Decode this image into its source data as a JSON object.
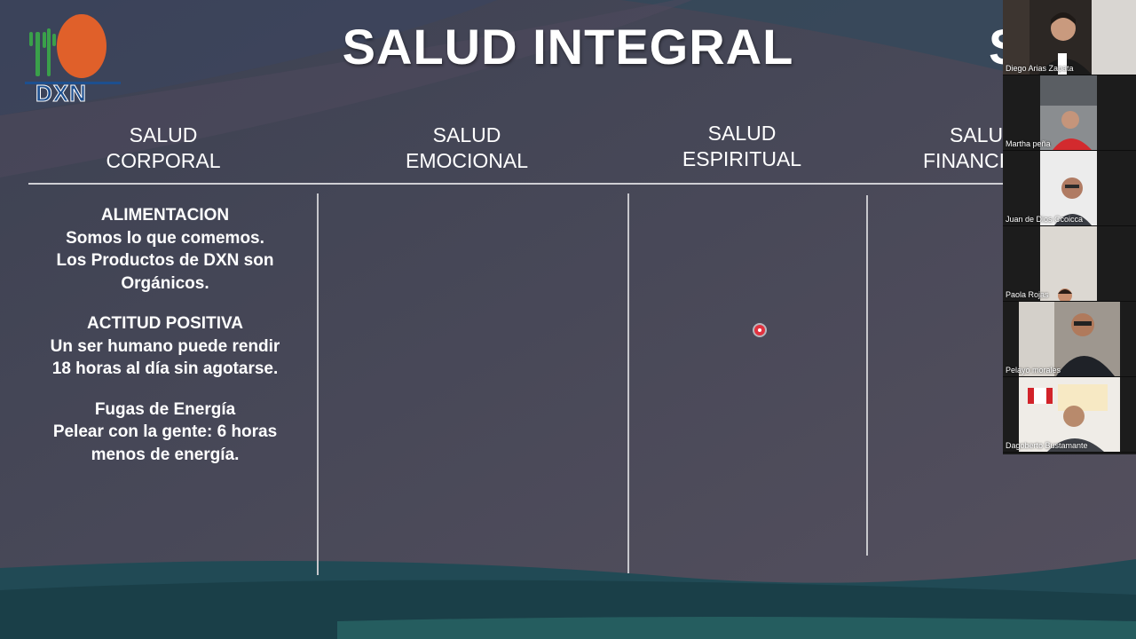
{
  "slide": {
    "title": "SALUD INTEGRAL",
    "cut_letter": "S",
    "logo_text": "DXN",
    "columns": [
      {
        "line1": "SALUD",
        "line2": "CORPORAL"
      },
      {
        "line1": "SALUD",
        "line2": "EMOCIONAL"
      },
      {
        "line1": "SALUD",
        "line2": "ESPIRITUAL"
      },
      {
        "line1": "SALU",
        "line2": "FINANCI"
      }
    ],
    "corporal_blocks": [
      {
        "lines": [
          "ALIMENTACION",
          "Somos lo que comemos.",
          "Los Productos de DXN son",
          "Orgánicos."
        ]
      },
      {
        "lines": [
          "ACTITUD POSITIVA",
          "Un ser humano puede rendir",
          "18 horas al día sin agotarse."
        ]
      },
      {
        "lines": [
          "Fugas de Energía",
          "Pelear con la gente: 6 horas",
          "menos de energía."
        ]
      }
    ]
  },
  "participants": [
    {
      "name": "Diego Arias Zapata"
    },
    {
      "name": "Martha peña"
    },
    {
      "name": "Juan de Dios Ccoicca"
    },
    {
      "name": "Paola Rojas"
    },
    {
      "name": "Pelayo morales"
    },
    {
      "name": "Dagoberto Bustamante"
    }
  ],
  "colors": {
    "background": "#4a4655",
    "accent_teal": "#1f5a5c",
    "logo_orange": "#e0602a",
    "logo_blue": "#1d4f8f",
    "logo_green": "#3aa04a",
    "pointer_red": "#e2323f"
  }
}
